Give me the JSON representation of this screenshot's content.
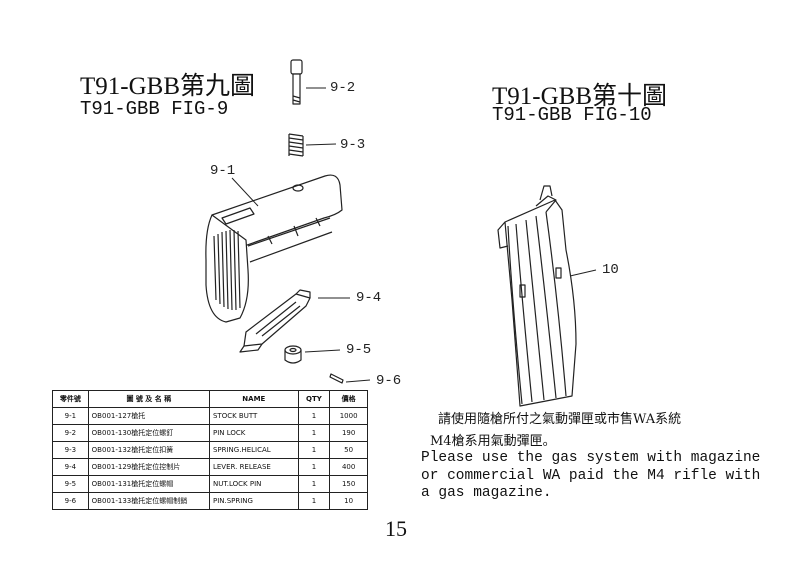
{
  "fig9": {
    "title_cn": "T91-GBB第九圖",
    "title_en": "T91-GBB FIG-9"
  },
  "fig10": {
    "title_cn": "T91-GBB第十圖",
    "title_en": "T91-GBB FIG-10"
  },
  "callouts": {
    "c9_1": "9-1",
    "c9_2": "9-2",
    "c9_3": "9-3",
    "c9_4": "9-4",
    "c9_5": "9-5",
    "c9_6": "9-6",
    "c10": "10"
  },
  "table": {
    "headers": [
      "零件號",
      "圖 號 及 名 稱",
      "NAME",
      "QTY",
      "價格"
    ],
    "rows": [
      {
        "no": "9-1",
        "code": "OB001-127槍托",
        "name": "STOCK BUTT",
        "qty": "1",
        "price": "1000"
      },
      {
        "no": "9-2",
        "code": "OB001-130槍托定位螺釘",
        "name": "PIN LOCK",
        "qty": "1",
        "price": "190"
      },
      {
        "no": "9-3",
        "code": "OB001-132槍托定位扣簧",
        "name": "SPRING.HELICAL",
        "qty": "1",
        "price": "50"
      },
      {
        "no": "9-4",
        "code": "OB001-129槍托定位控制片",
        "name": "LEVER. RELEASE",
        "qty": "1",
        "price": "400"
      },
      {
        "no": "9-5",
        "code": "OB001-131槍托定位螺帽",
        "name": "NUT.LOCK PIN",
        "qty": "1",
        "price": "150"
      },
      {
        "no": "9-6",
        "code": "OB001-133槍托定位螺帽制銷",
        "name": "PIN.SPRING",
        "qty": "1",
        "price": "10"
      }
    ]
  },
  "note": {
    "cn_line1": "請使用隨槍所付之氣動彈匣或市售WA系統",
    "cn_line2": "M4槍系用氣動彈匣。",
    "en_line1": "Please use the gas system with magazine",
    "en_line2": "or commercial WA paid the M4 rifle with",
    "en_line3": "a gas magazine."
  },
  "page_number": "15"
}
